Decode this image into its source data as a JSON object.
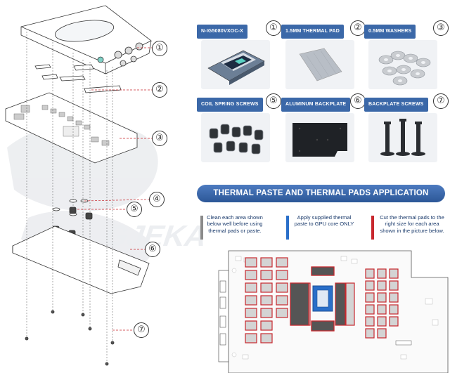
{
  "parts": [
    {
      "num": "①",
      "label": "N-IG5080VXOC-X",
      "image": "water-block-with-gpu-picture"
    },
    {
      "num": "②",
      "label": "1.5MM THERMAL PAD",
      "image": "thermal-pad-picture"
    },
    {
      "num": "③",
      "label": "0.5MM WASHERS",
      "image": "washers-picture"
    },
    {
      "num": "⑤",
      "label": "COIL SPRING SCREWS",
      "image": "spring-screws-picture"
    },
    {
      "num": "⑥",
      "label": "ALUMINUM BACKPLATE",
      "image": "backplate-picture"
    },
    {
      "num": "⑦",
      "label": "BACKPLATE SCREWS",
      "image": "backplate-screws-picture"
    }
  ],
  "exploded_numbers": [
    "①",
    "②",
    "③",
    "④",
    "⑤",
    "⑥",
    "⑦"
  ],
  "application": {
    "title": "THERMAL PASTE AND THERMAL PADS APPLICATION",
    "notes": [
      {
        "text": "Clean each area shown below well before using thermal pads or paste.",
        "color": "#7a7a7a"
      },
      {
        "text": "Apply supplied thermal paste to GPU core ONLY",
        "color": "#2a6fc9"
      },
      {
        "text": "Cut the thermal pads to the right size for each area shown in the picture below.",
        "color": "#c8282e"
      }
    ]
  },
  "colors": {
    "accent": "#3b68a8",
    "pad_red": "#c8282e",
    "paste_blue": "#2a6fc9",
    "clean_gray": "#8a8a8a"
  }
}
